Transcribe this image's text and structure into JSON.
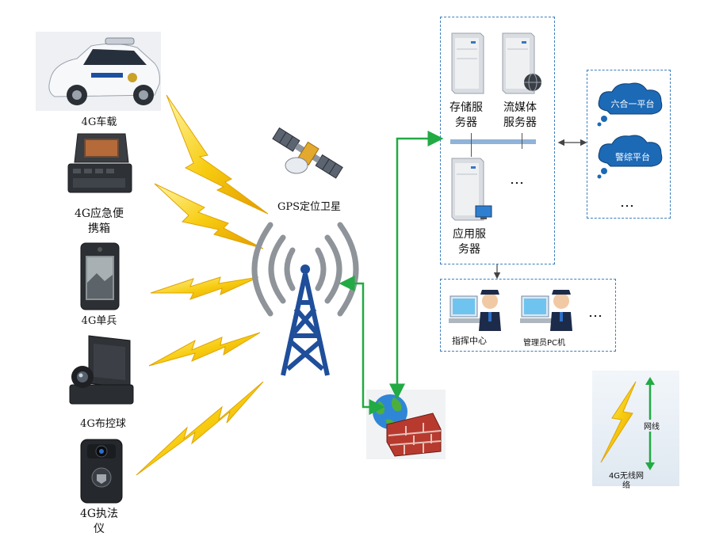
{
  "devices": {
    "car": "4G车载",
    "case_line1": "4G应急便",
    "case_line2": "携箱",
    "single": "4G单兵",
    "ptz": "4G布控球",
    "recorder_line1": "4G执法",
    "recorder_line2": "仪"
  },
  "gps": "GPS定位卫星",
  "servers": {
    "storage_line1": "存储服",
    "storage_line2": "务器",
    "media_line1": "流媒体",
    "media_line2": "服务器",
    "app_line1": "应用服",
    "app_line2": "务器",
    "more": "…"
  },
  "platforms": {
    "liuhe": "六合一平台",
    "jingzong": "警综平台",
    "more": "…"
  },
  "clients": {
    "command": "指挥中心",
    "admin_pc": "管理员PC机",
    "more": "…"
  },
  "legend": {
    "wired": "网线",
    "wireless_line1": "4G无线网",
    "wireless_line2": "络"
  },
  "colors": {
    "link": "#22aa44",
    "dash_border": "#3b7fc0",
    "bus": "#8fb3d9",
    "lightning": "#f5c400",
    "tower": "#1f4e9a"
  }
}
